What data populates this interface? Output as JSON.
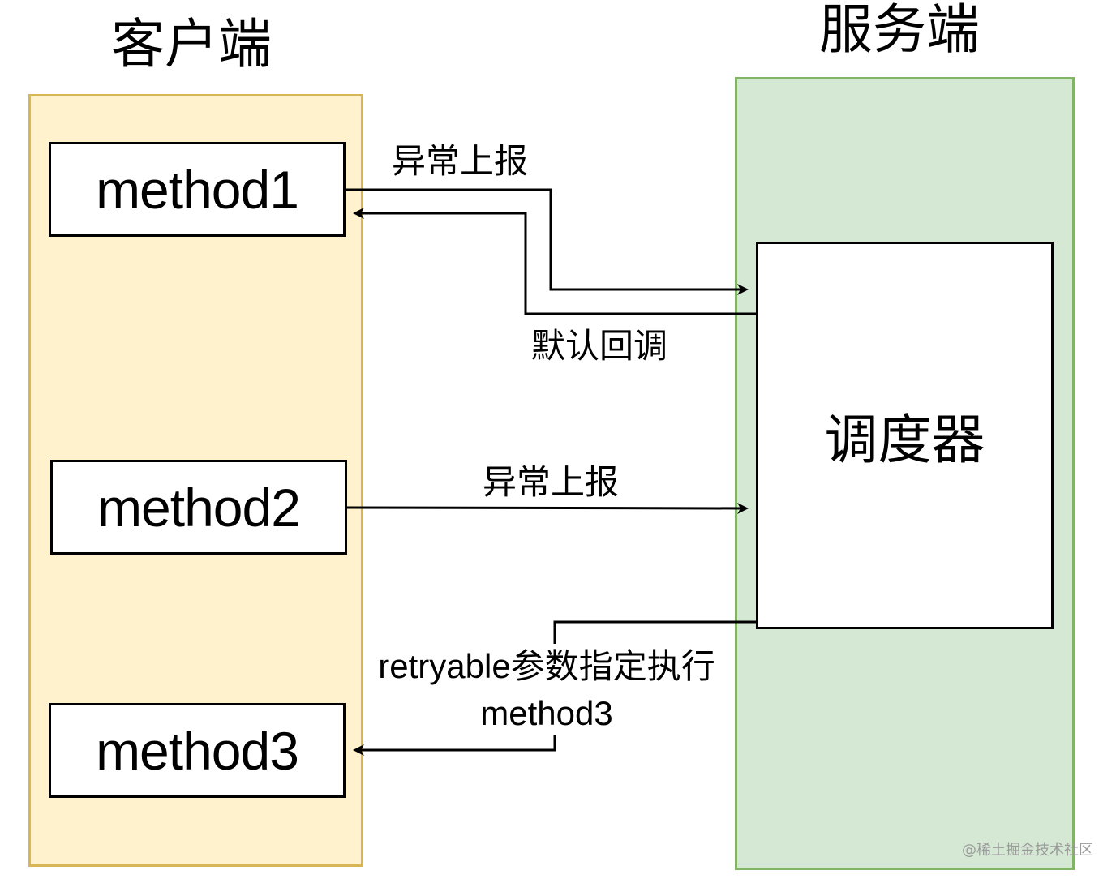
{
  "client": {
    "title": "客户端"
  },
  "server": {
    "title": "服务端"
  },
  "methods": [
    {
      "label": "method1"
    },
    {
      "label": "method2"
    },
    {
      "label": "method3"
    }
  ],
  "scheduler": {
    "label": "调度器"
  },
  "edges": {
    "report1": "异常上报",
    "callback": "默认回调",
    "report2": "异常上报",
    "retry": "retryable参数指定执行method3"
  },
  "watermark": "@稀土掘金技术社区",
  "colors": {
    "client_fill": "#fff2cc",
    "client_border": "#d6b656",
    "server_fill": "#d5e8d4",
    "server_border": "#82b366"
  }
}
